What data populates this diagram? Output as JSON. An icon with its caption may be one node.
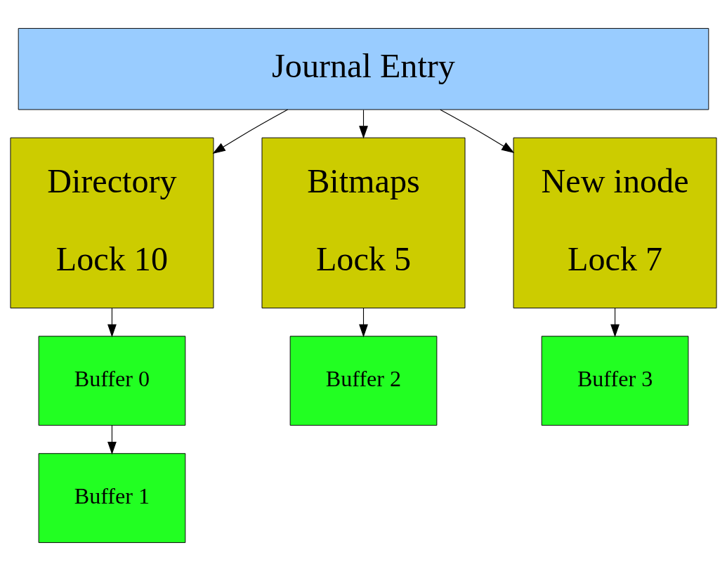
{
  "diagram": {
    "nodes": [
      {
        "text": [
          "Journal Entry"
        ]
      },
      {
        "text": [
          "Directory",
          "Lock 10"
        ]
      },
      {
        "text": [
          "Bitmaps",
          "Lock 5"
        ]
      },
      {
        "text": [
          "New inode",
          "Lock 7"
        ]
      },
      {
        "text": [
          "Buffer 0"
        ]
      },
      {
        "text": [
          "Buffer 1"
        ]
      },
      {
        "text": [
          "Buffer 2"
        ]
      },
      {
        "text": [
          "Buffer 3"
        ]
      }
    ],
    "edges": [
      {
        "from": 0,
        "to": 1,
        "arrow": "to"
      },
      {
        "from": 0,
        "to": 2,
        "arrow": "to"
      },
      {
        "from": 0,
        "to": 3,
        "arrow": "to"
      },
      {
        "from": 1,
        "to": 4,
        "arrow": "to"
      },
      {
        "from": 4,
        "to": 5,
        "arrow": "to"
      },
      {
        "from": 2,
        "to": 6,
        "arrow": "to"
      },
      {
        "from": 3,
        "to": 7,
        "arrow": "to"
      }
    ]
  }
}
